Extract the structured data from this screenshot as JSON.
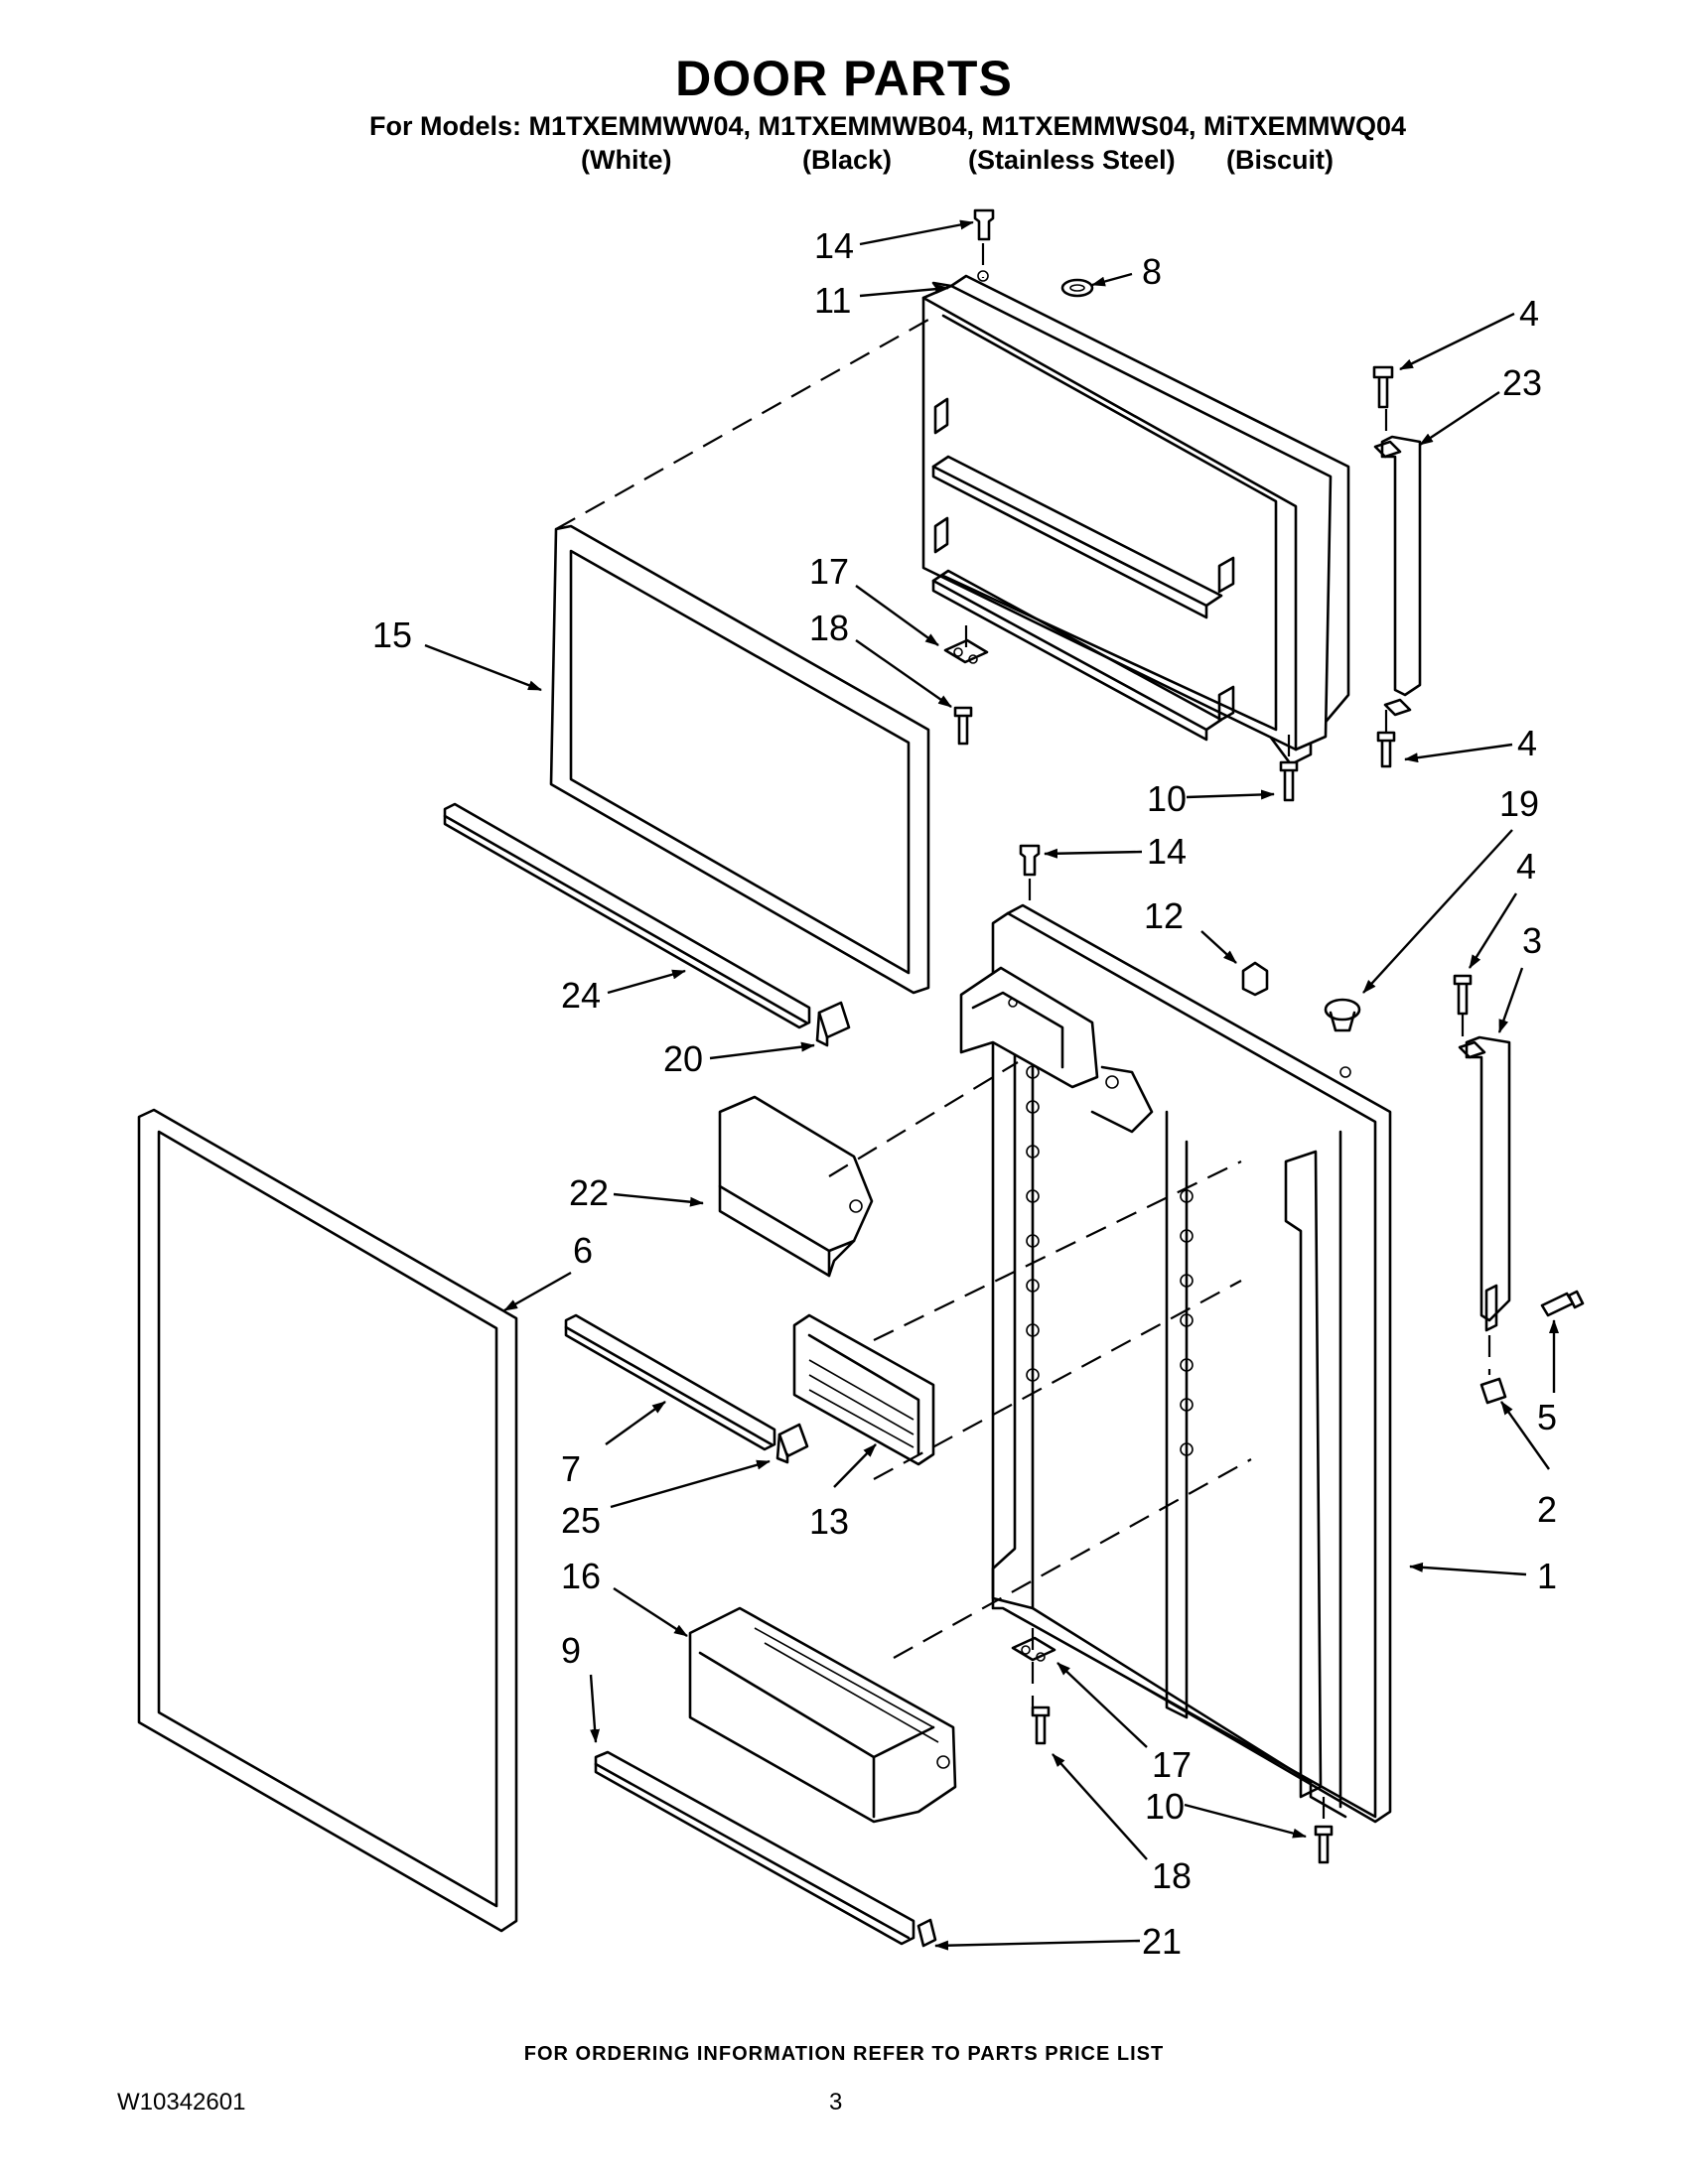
{
  "title": "DOOR PARTS",
  "models_line": "For Models: M1TXEMMWW04, M1TXEMMWB04, M1TXEMMWS04, MiTXEMMWQ04",
  "variants": [
    "(White)",
    "(Black)",
    "(Stainless Steel)",
    "(Biscuit)"
  ],
  "callouts": {
    "c14a": "14",
    "c11": "11",
    "c8": "8",
    "c4a": "4",
    "c23": "23",
    "c17a": "17",
    "c18a": "18",
    "c15": "15",
    "c4b": "4",
    "c10a": "10",
    "c14b": "14",
    "c19": "19",
    "c12": "12",
    "c4c": "4",
    "c3": "3",
    "c24": "24",
    "c20": "20",
    "c22": "22",
    "c6": "6",
    "c5": "5",
    "c7": "7",
    "c25": "25",
    "c13": "13",
    "c2": "2",
    "c16": "16",
    "c1": "1",
    "c9": "9",
    "c17b": "17",
    "c10b": "10",
    "c18b": "18",
    "c21": "21"
  },
  "footer_note": "FOR ORDERING INFORMATION REFER TO PARTS PRICE LIST",
  "doc_id": "W10342601",
  "page_number": "3"
}
